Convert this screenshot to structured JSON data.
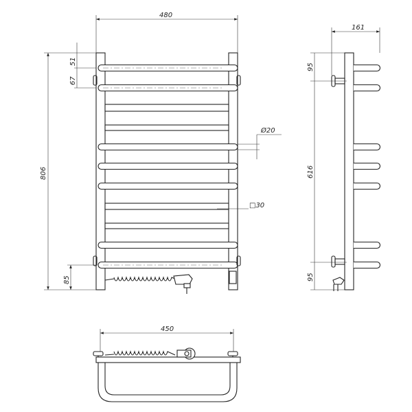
{
  "front_view": {
    "width_dim": "480",
    "height_dim": "806",
    "top_offset_dim": "51",
    "top_spacing_dim": "67",
    "bottom_offset_dim": "85",
    "round_bar_dim": "Ø20",
    "square_bar_dim": "□30"
  },
  "side_view": {
    "depth_dim": "161",
    "top_mount_dim": "95",
    "mount_spacing_dim": "616",
    "bottom_mount_dim": "95"
  },
  "top_view": {
    "width_dim": "450"
  },
  "line_color": "#222222"
}
